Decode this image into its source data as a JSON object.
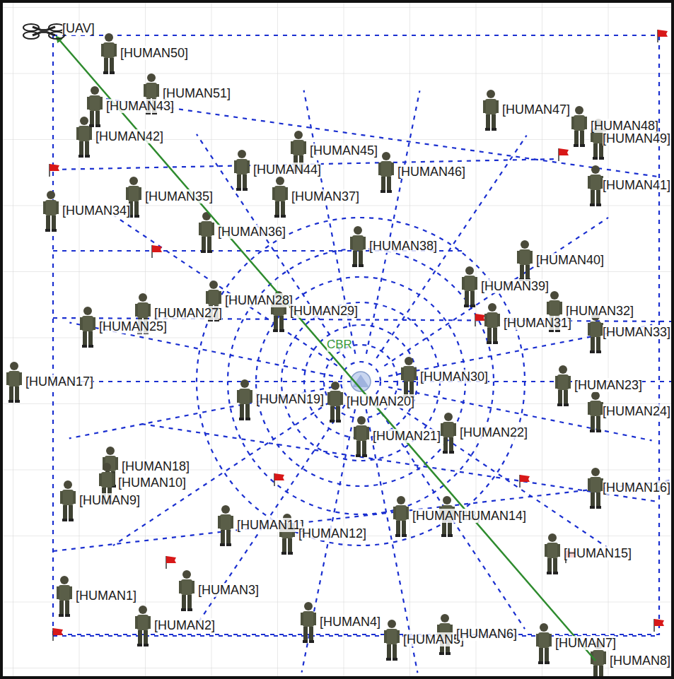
{
  "diagram": {
    "labels": [
      "[UAV]",
      "[HUMAN50]",
      "[HUMAN51]",
      "[HUMAN43]",
      "[HUMAN42]",
      "[HUMAN45]",
      "[HUMAN44]",
      "[HUMAN46]",
      "[HUMAN47]",
      "[HUMAN48]",
      "[HUMAN49]",
      "[HUMAN35]",
      "[HUMAN34]",
      "[HUMAN37]",
      "[HUMAN36]",
      "[HUMAN38]",
      "[HUMAN41]",
      "[HUMAN40]",
      "[HUMAN39]",
      "[HUMAN27]",
      "[HUMAN25]",
      "[HUMAN28]",
      "[HUMAN29]",
      "[HUMAN32]",
      "[HUMAN31]",
      "[HUMAN33]",
      "CBR",
      "[HUMAN30]",
      "[HUMAN17]",
      "[HUMAN23]",
      "[HUMAN24]",
      "[HUMAN19]",
      "[HUMAN20]",
      "[HUMAN21]",
      "[HUMAN22]",
      "[HUMAN18]",
      "[HUMAN10]",
      "[HUMAN9]",
      "[HUMAN16]",
      "[HUMAN11]",
      "[HUMAN12]",
      "[HUMAN13]",
      "[HUMAN14]",
      "[HUMAN15]",
      "[HUMAN1]",
      "[HUMAN3]",
      "[HUMAN2]",
      "[HUMAN4]",
      "[HUMAN5]",
      "[HUMAN6]",
      "[HUMAN7]",
      "[HUMAN8]"
    ]
  }
}
